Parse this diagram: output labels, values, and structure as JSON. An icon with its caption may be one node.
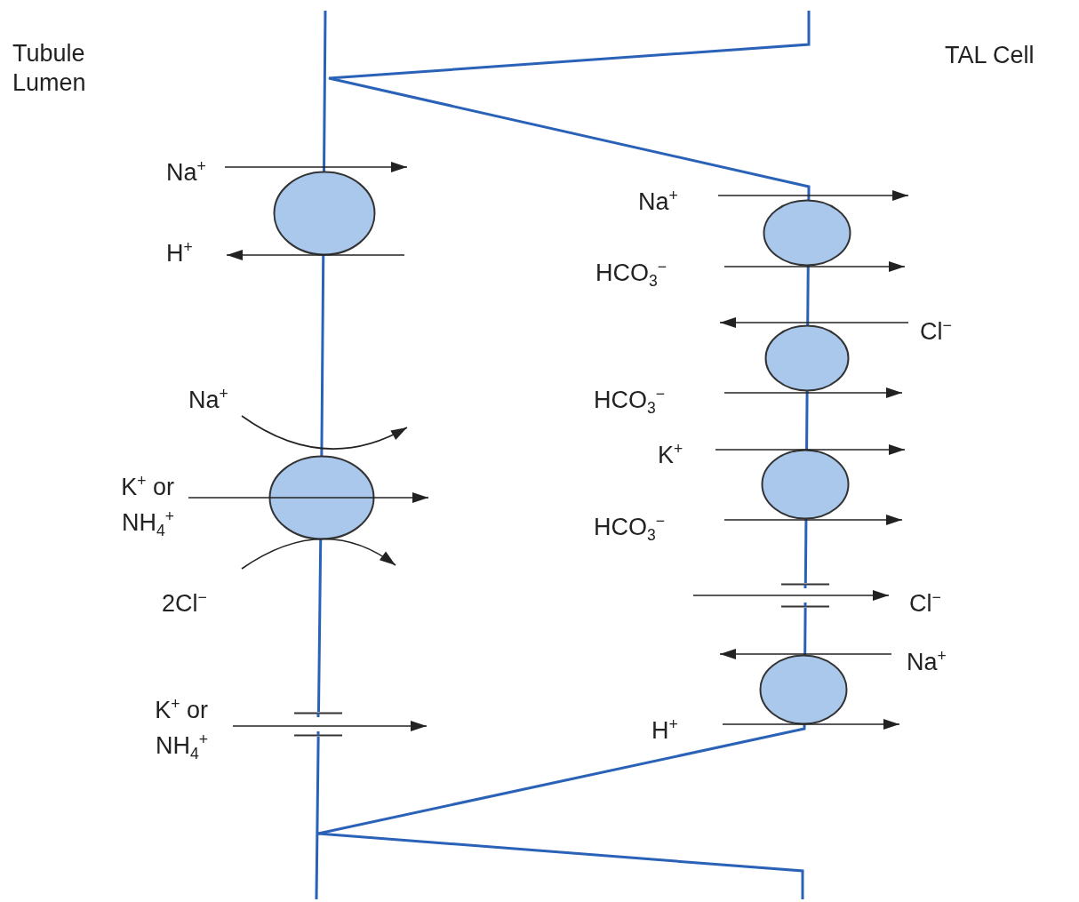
{
  "diagram": {
    "nodes": [
      {
        "text": [],
        "shape": "circle"
      },
      {
        "text": [],
        "shape": "circle"
      },
      {
        "text": [],
        "shape": "bar"
      },
      {
        "text": [],
        "shape": "circle"
      },
      {
        "text": [],
        "shape": "circle"
      },
      {
        "text": [],
        "shape": "circle"
      },
      {
        "text": [],
        "shape": "bar"
      },
      {
        "text": [],
        "shape": "circle"
      }
    ],
    "edges": [],
    "labels": [
      "Tubule Lumen",
      "TAL Cell",
      "Na$^{+}$",
      "H$^{+}$",
      "Na$^{+}$",
      "K$^{+}$ or NH$_{4}$$^{+}$",
      "2Cl$^{−}$",
      "K$^{+}$ or NH$_{4}$$^{+}$",
      "Na$^{+}$",
      "HCO$_{3}$$^{−}$",
      "Cl$^{−}$",
      "HCO$_{3}$$^{−}$",
      "K$^{+}$",
      "HCO$_{3}$$^{−}$",
      "Cl$^{−}$",
      "Na$^{+}$",
      "H$^{+}$"
    ]
  }
}
